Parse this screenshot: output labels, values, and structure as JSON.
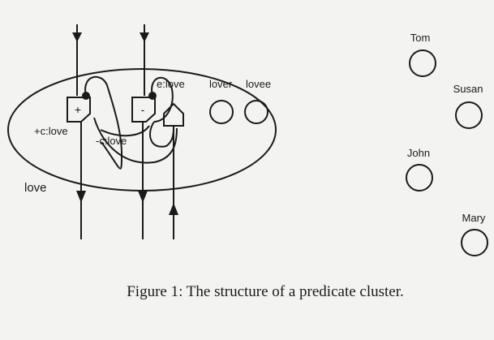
{
  "diagram": {
    "cluster_label": "love",
    "units": {
      "pos_collector": {
        "symbol": "+",
        "label": "+c:love"
      },
      "neg_collector": {
        "symbol": "-",
        "label": "-c:love"
      },
      "enabler": {
        "label": "e:love"
      },
      "role_lover": {
        "label": "lover"
      },
      "role_lovee": {
        "label": "lovee"
      }
    },
    "entities": [
      {
        "label": "Tom"
      },
      {
        "label": "Susan"
      },
      {
        "label": "John"
      },
      {
        "label": "Mary"
      }
    ]
  },
  "caption": "Figure 1: The structure of a predicate cluster."
}
